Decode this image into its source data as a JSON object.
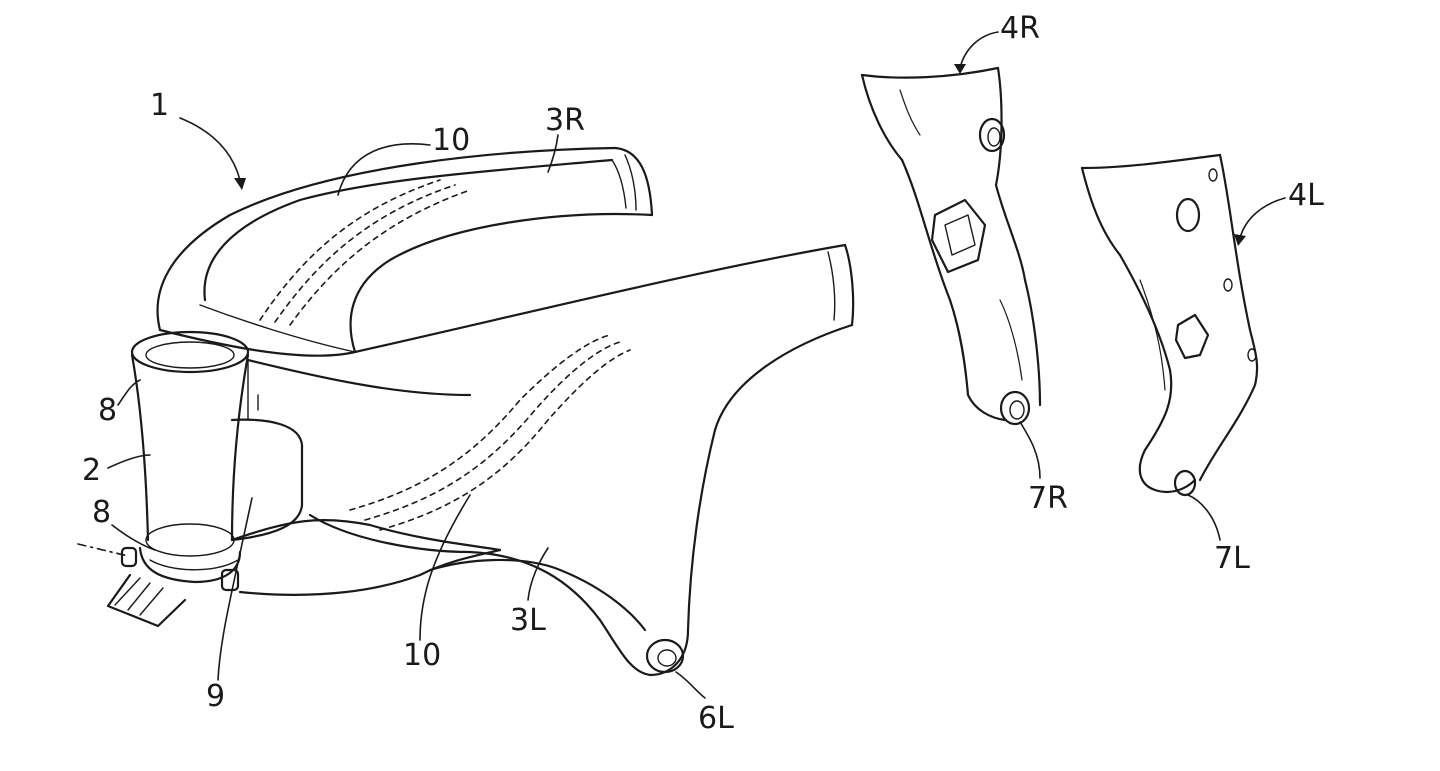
{
  "figure": {
    "labels": {
      "frame": "1",
      "head_pipe": "2",
      "right_arm": "3R",
      "left_arm": "3L",
      "right_bracket": "4R",
      "left_bracket": "4L",
      "left_pivot": "6L",
      "right_bracket_pivot": "7R",
      "left_bracket_pivot": "7L",
      "bearing_upper": "8",
      "bearing_lower": "8",
      "gusset": "9",
      "internal_rib_upper": "10",
      "internal_rib_lower": "10"
    }
  }
}
